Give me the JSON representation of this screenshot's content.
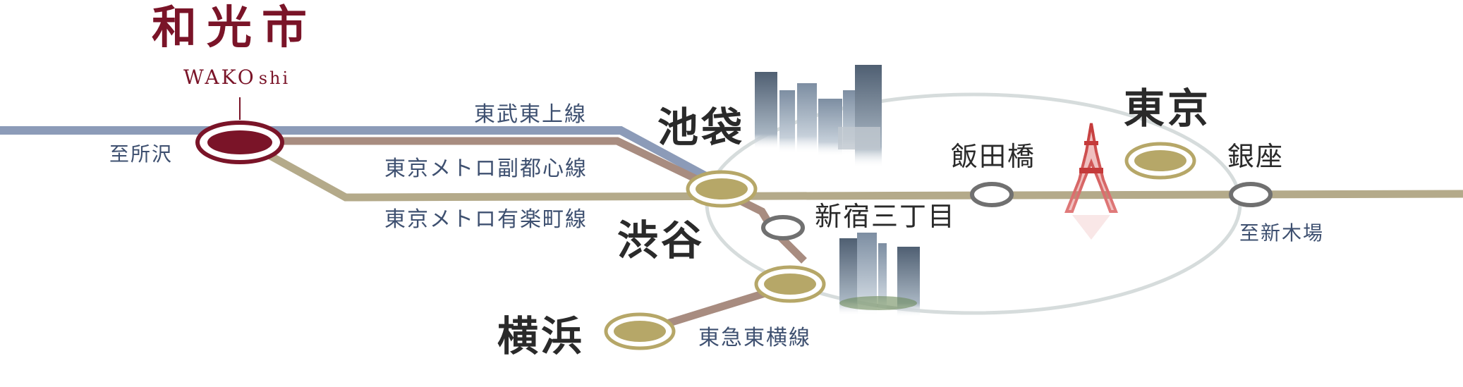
{
  "colors": {
    "wako": "#7a1428",
    "tobu_tojo": "#8c9bb8",
    "fukutoshin": "#a88c80",
    "yurakucho": "#b4aa8a",
    "toyoko": "#a88c80",
    "yamanote_loop": "#d6dcdc",
    "major_station_fill": "#b6a768",
    "minor_station_stroke": "#707070",
    "text_dark": "#2a2a2a",
    "text_line": "#3e5070"
  },
  "origin": {
    "name": "和光市",
    "roman_main": "WAKO",
    "roman_suffix": "shi"
  },
  "stations": {
    "ikebukuro": "池袋",
    "shibuya": "渋谷",
    "yokohama": "横浜",
    "tokyo": "東京",
    "iidabashi": "飯田橋",
    "shinjuku_sanchome": "新宿三丁目",
    "ginza": "銀座"
  },
  "lines": {
    "tobu_tojo": "東武東上線",
    "fukutoshin": "東京メトロ副都心線",
    "yurakucho": "東京メトロ有楽町線",
    "toyoko": "東急東横線"
  },
  "directions": {
    "to_tokorozawa": "至所沢",
    "to_shinkiba": "至新木場"
  },
  "icons": [
    "ikebukuro-skyline-icon",
    "shibuya-skyline-icon",
    "tokyo-tower-icon"
  ]
}
